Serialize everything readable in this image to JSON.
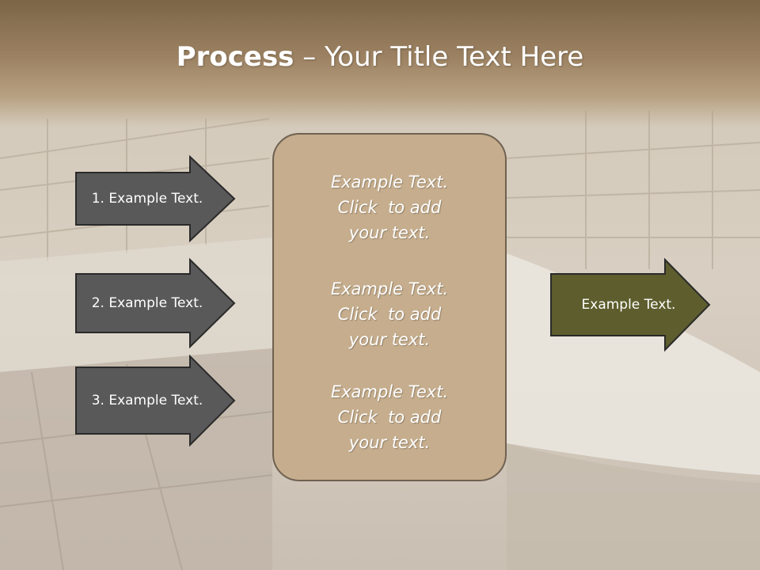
{
  "title": {
    "bold": "Process",
    "rest": " – Your Title Text Here"
  },
  "left_arrows": [
    {
      "label": "1. Example Text."
    },
    {
      "label": "2. Example Text."
    },
    {
      "label": "3. Example Text."
    }
  ],
  "center_box": {
    "blocks": [
      {
        "lines": [
          "Example Text.",
          "Click  to add",
          "your text."
        ]
      },
      {
        "lines": [
          "Example Text.",
          "Click  to add",
          "your text."
        ]
      },
      {
        "lines": [
          "Example Text.",
          "Click  to add",
          "your text."
        ]
      }
    ]
  },
  "right_arrow": {
    "label": "Example Text."
  },
  "colors": {
    "left_arrow_fill": "#595959",
    "center_box_fill": "#c5ad8d",
    "right_arrow_fill": "#5d5d2e",
    "title_band": "#8a7050"
  }
}
